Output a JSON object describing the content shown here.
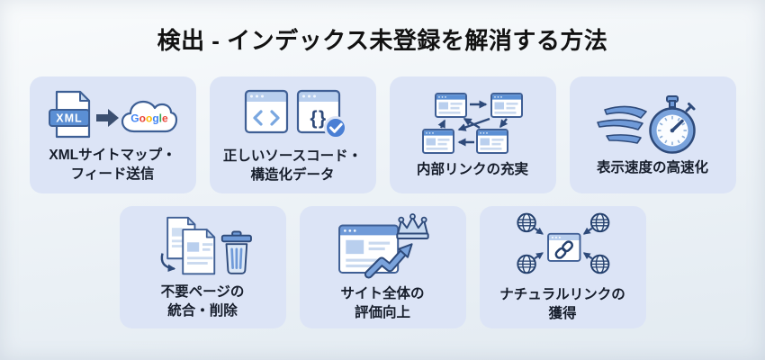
{
  "title": "検出 - インデックス未登録を解消する方法",
  "cards": [
    {
      "icon": "xml-file-to-google-cloud-icon",
      "label_lines": [
        "XMLサイトマップ・",
        "フィード送信"
      ]
    },
    {
      "icon": "code-windows-check-icon",
      "label_lines": [
        "正しいソースコード・",
        "構造化データ"
      ]
    },
    {
      "icon": "linked-pages-icon",
      "label_lines": [
        "内部リンクの充実"
      ]
    },
    {
      "icon": "winged-stopwatch-icon",
      "label_lines": [
        "表示速度の高速化"
      ]
    },
    {
      "icon": "merge-documents-trash-icon",
      "label_lines": [
        "不要ページの",
        "統合・削除"
      ]
    },
    {
      "icon": "crowned-site-growth-icon",
      "label_lines": [
        "サイト全体の",
        "評価向上"
      ]
    },
    {
      "icon": "globes-backlink-icon",
      "label_lines": [
        "ナチュラルリンクの",
        "獲得"
      ]
    }
  ],
  "icons": {
    "xml_label": "XML",
    "braces_glyph": "{}"
  },
  "google": {
    "letters": [
      "G",
      "o",
      "o",
      "g",
      "l",
      "e"
    ],
    "colors": [
      "#4285F4",
      "#EA4335",
      "#FBBC05",
      "#4285F4",
      "#34A853",
      "#EA4335"
    ]
  },
  "colors": {
    "page_bg_top": "#f9fbfc",
    "page_bg_bottom": "#e2eaf1",
    "card_bg": "#dce4f6",
    "icon_outline": "#2e4a7a",
    "icon_mid_blue": "#5b8fd4",
    "icon_light_blue": "#b9cfee",
    "title_text": "#121212",
    "label_text": "#161d2b"
  }
}
